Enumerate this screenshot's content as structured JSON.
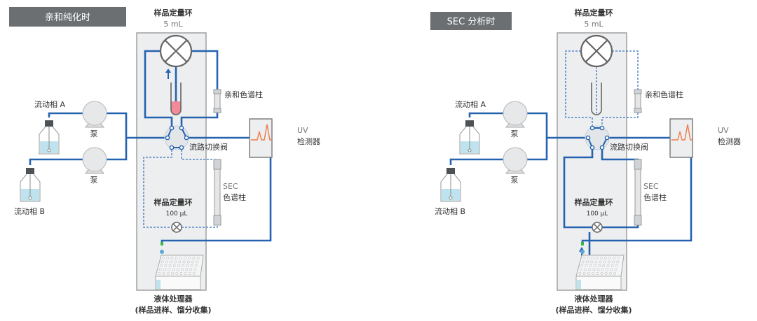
{
  "panels": [
    {
      "title": "亲和纯化时",
      "mode": "affinity",
      "large_loop_label": "样品定量环",
      "large_loop_volume": "5 mL",
      "affinity_column": "亲和色谱柱",
      "valve_label": "流路切换阀",
      "uv_label": "UV",
      "uv_label2": "检测器",
      "sec_label": "SEC",
      "sec_label2": "色谱柱",
      "small_loop_label": "样品定量环",
      "small_loop_volume": "100 µL",
      "mobile_a": "流动相 A",
      "mobile_b": "流动相 B",
      "pump": "泵",
      "handler": "液体处理器",
      "handler_sub": "(样品进样、馏分收集)"
    },
    {
      "title": "SEC 分析时",
      "mode": "sec",
      "large_loop_label": "样品定量环",
      "large_loop_volume": "5 mL",
      "affinity_column": "亲和色谱柱",
      "valve_label": "流路切换阀",
      "uv_label": "UV",
      "uv_label2": "检测器",
      "sec_label": "SEC",
      "sec_label2": "色谱柱",
      "small_loop_label": "样品定量环",
      "small_loop_volume": "100 µL",
      "mobile_a": "流动相 A",
      "mobile_b": "流动相 B",
      "pump": "泵",
      "handler": "液体处理器",
      "handler_sub": "(样品进样、馏分收集)"
    }
  ],
  "colors": {
    "pipe": "#2563b0",
    "title_bg": "#6b6f72",
    "uv_trace": "#f07a4a",
    "sample": "#f28a9a",
    "liquid": "#bfe3ee"
  }
}
